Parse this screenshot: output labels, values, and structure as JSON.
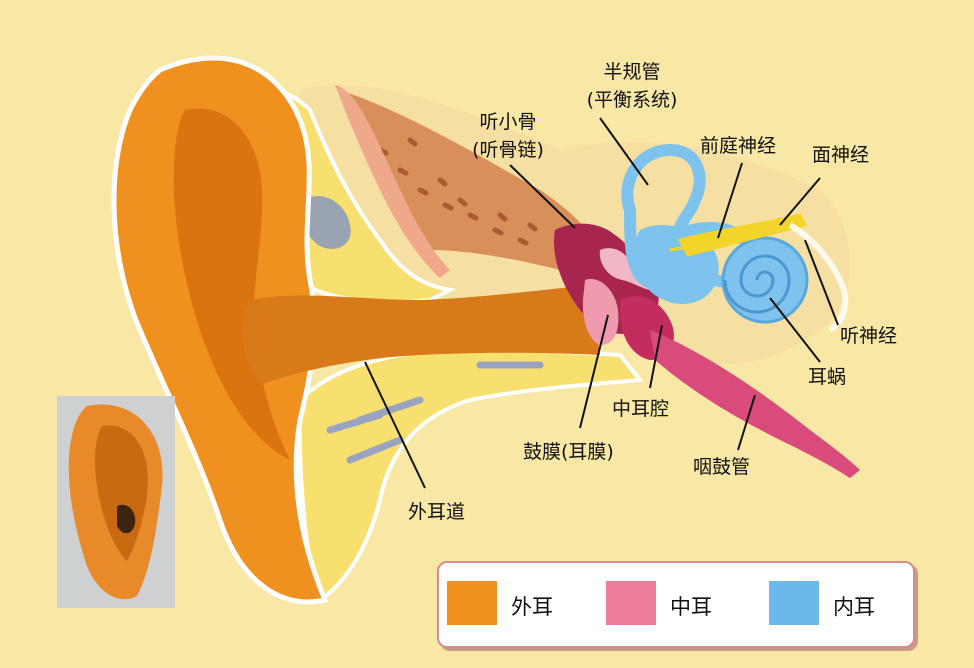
{
  "labels": {
    "semicircular_canals": "半规管",
    "semicircular_canals_sub": "(平衡系统)",
    "ossicles": "听小骨",
    "ossicles_sub": "(听骨链)",
    "vestibular_nerve": "前庭神经",
    "facial_nerve": "面神经",
    "auditory_nerve": "听神经",
    "cochlea": "耳蜗",
    "middle_ear_cavity": "中耳腔",
    "eardrum": "鼓膜(耳膜)",
    "eustachian_tube": "咽鼓管",
    "ear_canal": "外耳道"
  },
  "legend": [
    {
      "label": "外耳",
      "color": "#f0901e"
    },
    {
      "label": "中耳",
      "color": "#ec7e9a"
    },
    {
      "label": "内耳",
      "color": "#6cb8ea"
    }
  ],
  "colors": {
    "background": "#f9e7a6",
    "outer_ear": "#f0901e",
    "middle_ear": "#ec7e9a",
    "inner_ear": "#6cb8ea",
    "bone": "#f6df70",
    "nerve": "#f3d42a"
  }
}
